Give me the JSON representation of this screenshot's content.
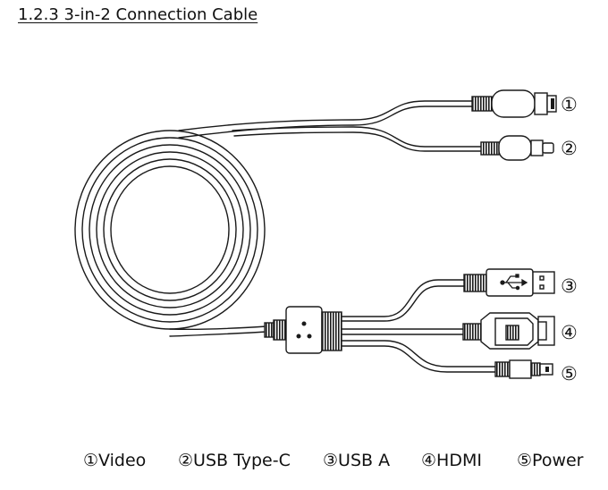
{
  "title": "1.2.3 3-in-2 Connection Cable",
  "markers": [
    "①",
    "②",
    "③",
    "④",
    "⑤"
  ],
  "legend": [
    {
      "label": "①Video"
    },
    {
      "label": "②USB Type-C"
    },
    {
      "label": "③USB A"
    },
    {
      "label": "④HDMI"
    },
    {
      "label": "⑤Power"
    }
  ],
  "colors": {
    "line": "#1a1a1a",
    "background": "#ffffff"
  }
}
